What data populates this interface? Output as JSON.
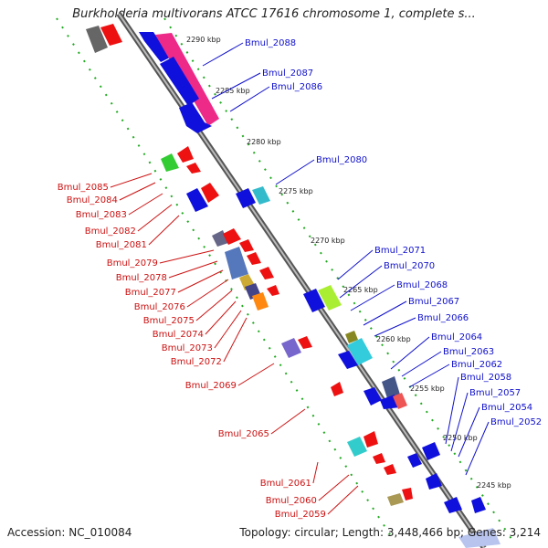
{
  "header": {
    "title": "Burkholderia multivorans ATCC 17616 chromosome 1, complete s..."
  },
  "footer": {
    "accession": "Accession: NC_010084",
    "topology": "Topology: circular; Length: 3,448,466 bp; Genes: 3,214"
  },
  "colors": {
    "forward": "#1010dd",
    "reverse": "#ee1111",
    "backbone": "#888888",
    "track": "#22aa22"
  },
  "kbp_ticks": [
    "2290 kbp",
    "2285 kbp",
    "2280 kbp",
    "2275 kbp",
    "2270 kbp",
    "2265 kbp",
    "2260 kbp",
    "2255 kbp",
    "2250 kbp",
    "2245 kbp"
  ],
  "blue_labels": [
    "Bmul_2088",
    "Bmul_2087",
    "Bmul_2086",
    "Bmul_2080",
    "Bmul_2071",
    "Bmul_2070",
    "Bmul_2068",
    "Bmul_2067",
    "Bmul_2066",
    "Bmul_2064",
    "Bmul_2063",
    "Bmul_2062",
    "Bmul_2058",
    "Bmul_2057",
    "Bmul_2054",
    "Bmul_2052"
  ],
  "red_labels": [
    "Bmul_2085",
    "Bmul_2084",
    "Bmul_2083",
    "Bmul_2082",
    "Bmul_2081",
    "Bmul_2079",
    "Bmul_2078",
    "Bmul_2077",
    "Bmul_2076",
    "Bmul_2075",
    "Bmul_2074",
    "Bmul_2073",
    "Bmul_2072",
    "Bmul_2069",
    "Bmul_2065",
    "Bmul_2061",
    "Bmul_2060",
    "Bmul_2059"
  ]
}
